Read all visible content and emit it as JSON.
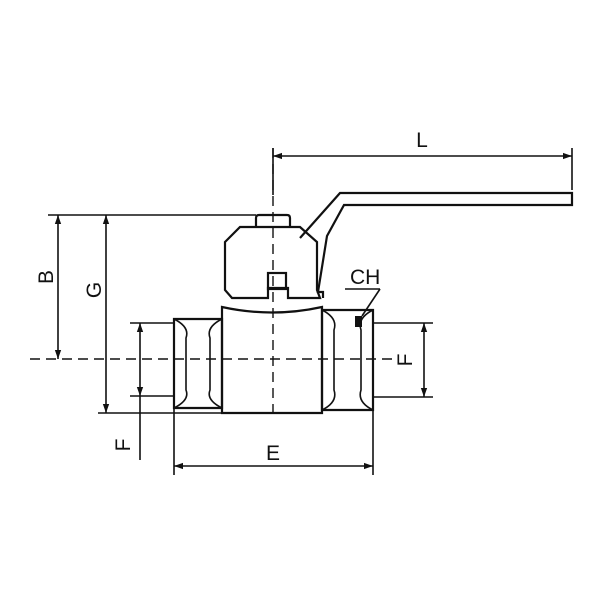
{
  "diagram": {
    "labels": {
      "L": "L",
      "B": "B",
      "G": "G",
      "CH": "CH",
      "F_right": "F",
      "F_bottom": "F",
      "E": "E"
    }
  }
}
